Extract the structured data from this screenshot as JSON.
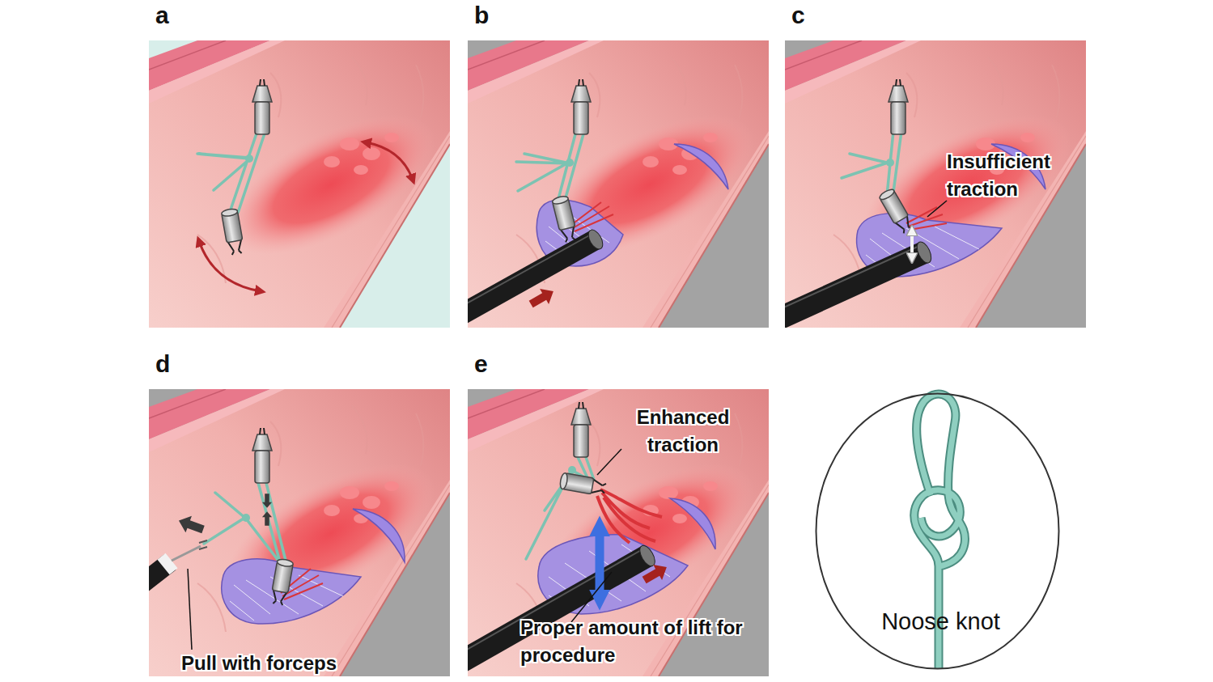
{
  "diagram": {
    "nodes": [
      {
        "text": [
          "a"
        ]
      },
      {
        "text": [
          "b"
        ]
      },
      {
        "text": [
          "c",
          "Insufficient traction"
        ]
      },
      {
        "text": [
          "d",
          "Pull with forceps"
        ]
      },
      {
        "text": [
          "e",
          "Enhanced traction",
          "Proper amount of lift for procedure"
        ]
      },
      {
        "text": [
          "Noose knot"
        ]
      }
    ]
  }
}
